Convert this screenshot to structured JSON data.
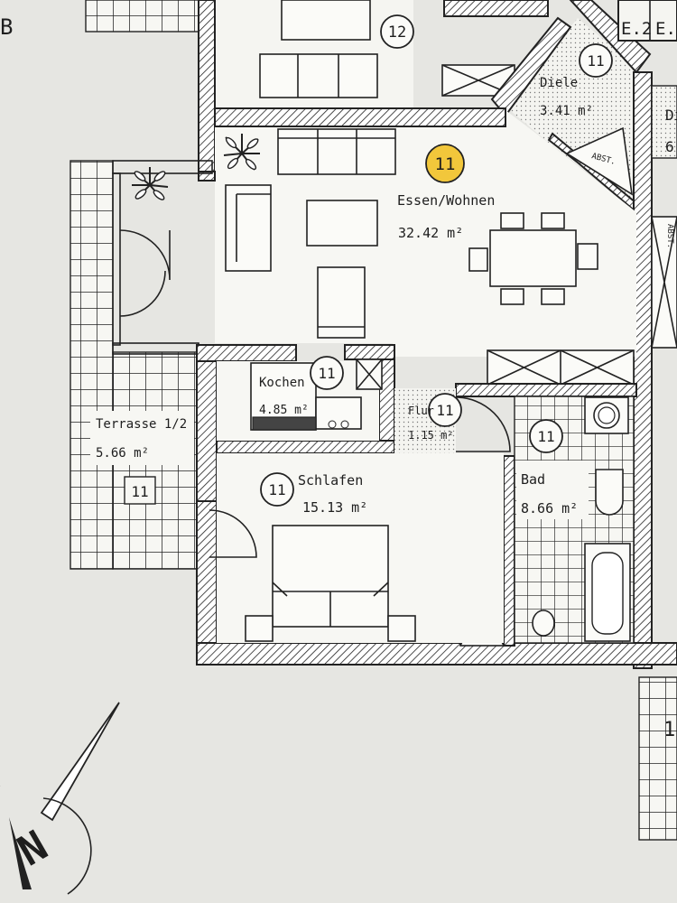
{
  "edge_labels": {
    "top_left": "B",
    "top_right_1": "E.2",
    "top_right_2": "E.",
    "right_clip_1": "Di",
    "right_clip_2": "6.",
    "bottom_right": "1"
  },
  "rooms": {
    "essen": {
      "name": "Essen/Wohnen",
      "area": "32.42 m²",
      "unit": "11"
    },
    "kochen": {
      "name": "Kochen",
      "area": "4.85 m²",
      "unit": "11"
    },
    "flur": {
      "name": "Flur",
      "area": "1.15 m²",
      "unit": "11"
    },
    "bad": {
      "name": "Bad",
      "area": "8.66 m²",
      "unit": "11"
    },
    "schlafen": {
      "name": "Schlafen",
      "area": "15.13 m²",
      "unit": "11"
    },
    "terrasse": {
      "name": "Terrasse 1/2",
      "area": "5.66 m²",
      "unit": "11"
    },
    "diele": {
      "name": "Diele",
      "area": "3.41 m²",
      "unit": "11"
    },
    "upper": {
      "unit": "12"
    }
  },
  "abst_labels": [
    "ABST.",
    "ABST."
  ],
  "north_label": "N",
  "colors": {
    "paper": "#e6e6e2",
    "ink": "#222222",
    "highlight": "#f2c73b"
  }
}
